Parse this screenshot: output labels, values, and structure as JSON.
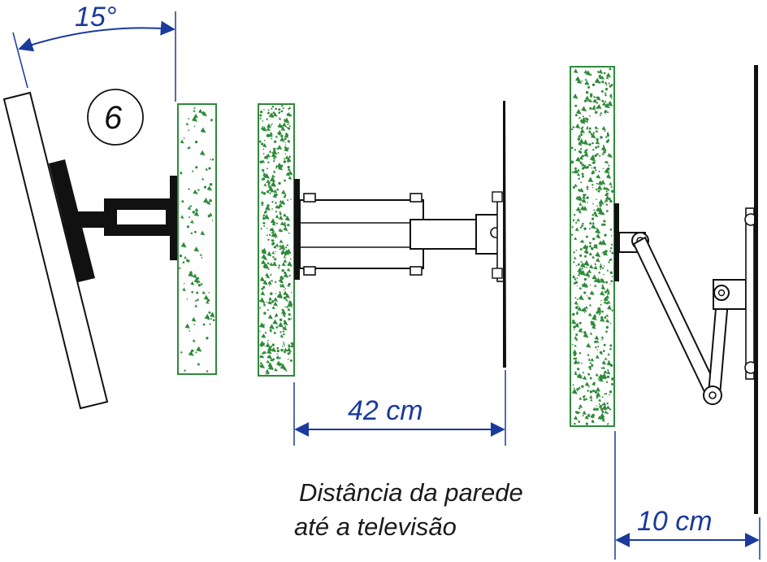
{
  "labels": {
    "angle": "15°",
    "step_number": "6",
    "distance_max": "42 cm",
    "distance_min": "10 cm",
    "caption_line1": "Distância da parede",
    "caption_line2": "até a televisão"
  },
  "colors": {
    "wall_border": "#2f8a3a",
    "wall_speckle": "#2f8a3a",
    "dimension": "#1a3a9c",
    "bracket": "#111111"
  }
}
